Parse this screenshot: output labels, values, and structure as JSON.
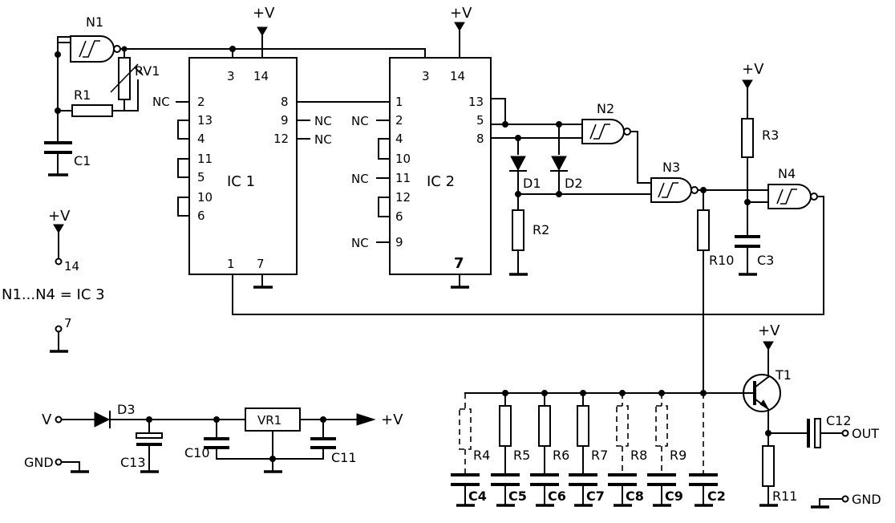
{
  "supply": "+V",
  "gates": {
    "n1": "N1",
    "n2": "N2",
    "n3": "N3",
    "n4": "N4"
  },
  "ic1": {
    "name": "IC 1",
    "pins": {
      "p3": "3",
      "p14": "14",
      "p2": "2",
      "p13": "13",
      "p4": "4",
      "p11": "11",
      "p5": "5",
      "p10": "10",
      "p6": "6",
      "p8": "8",
      "p9": "9",
      "p12": "12",
      "p1": "1",
      "p7": "7"
    }
  },
  "ic2": {
    "name": "IC 2",
    "pins": {
      "p3": "3",
      "p14": "14",
      "p1": "1",
      "p2": "2",
      "p4": "4",
      "p10": "10",
      "p11": "11",
      "p12": "12",
      "p6": "6",
      "p9": "9",
      "p13": "13",
      "p5": "5",
      "p8": "8",
      "p7": "7"
    }
  },
  "nc": "NC",
  "resistors": {
    "rv1": "RV1",
    "r1": "R1",
    "r2": "R2",
    "r3": "R3",
    "r10": "R10",
    "r11": "R11",
    "r4": "R4",
    "r5": "R5",
    "r6": "R6",
    "r7": "R7",
    "r8": "R8",
    "r9": "R9"
  },
  "capacitors": {
    "c1": "C1",
    "c3": "C3",
    "c13": "C13",
    "c10": "C10",
    "c11": "C11",
    "c12": "C12",
    "c4": "C4",
    "c5": "C5",
    "c6": "C6",
    "c7": "C7",
    "c8": "C8",
    "c9": "C9",
    "c2": "C2"
  },
  "diodes": {
    "d1": "D1",
    "d2": "D2",
    "d3": "D3"
  },
  "transistor": "T1",
  "regulator": "VR1",
  "ic3_note": {
    "pin14": "14",
    "equation": "N1...N4  =  IC 3",
    "pin7": "7"
  },
  "power_in": {
    "v": "V",
    "gnd": "GND"
  },
  "output": {
    "out": "OUT",
    "gnd": "GND"
  }
}
